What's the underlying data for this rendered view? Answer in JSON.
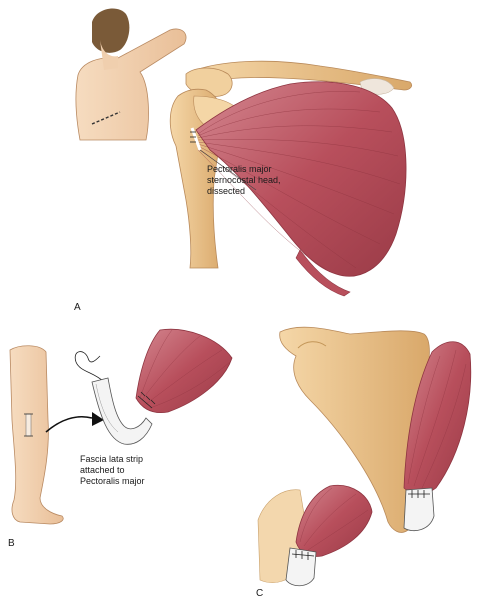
{
  "labels": {
    "pectoralis_callout": "Pectoralis major\nsternocostal head,\ndissected",
    "fascia_callout": "Fascia lata strip\nattached to\nPectoralis major"
  },
  "panels": {
    "a": "A",
    "b": "B",
    "c": "C"
  },
  "colors": {
    "muscle": "#b84f5c",
    "muscle_dark": "#8e3440",
    "muscle_light": "#d98a92",
    "bone": "#ecc68f",
    "bone_dark": "#c99a5e",
    "skin": "#f3d2b0",
    "hair": "#7a5a38",
    "graft": "#f2f2f2"
  },
  "icons": [
    "arrow-icon",
    "suture-icon"
  ]
}
